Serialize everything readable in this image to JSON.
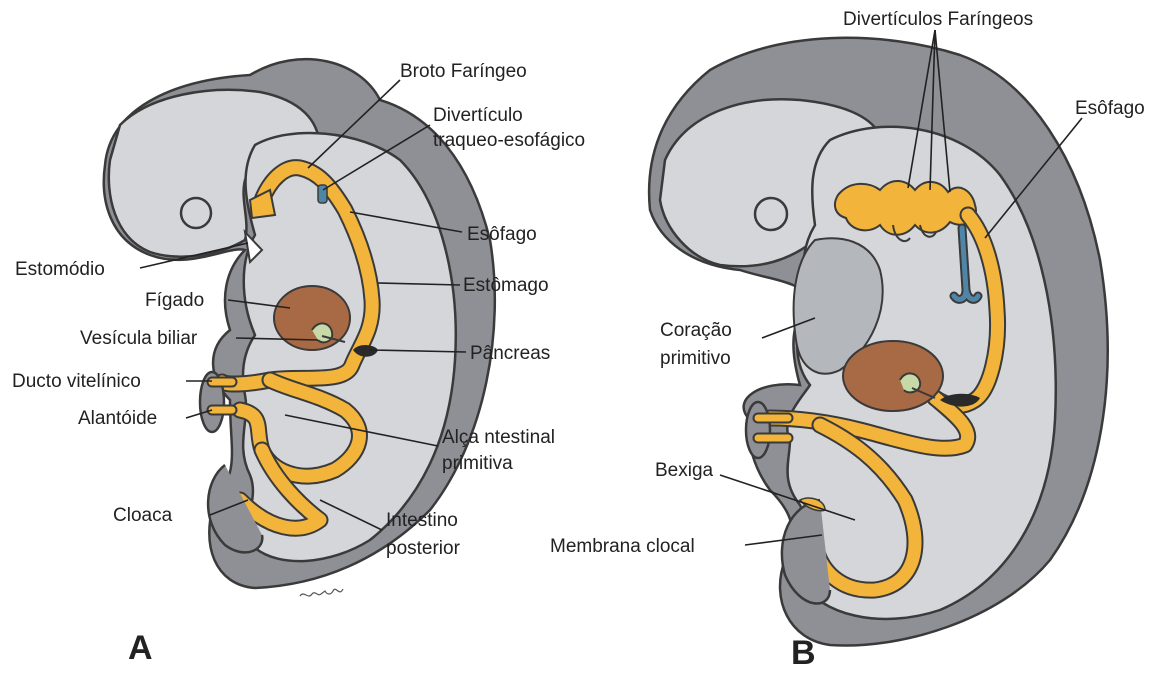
{
  "panel_a": {
    "letter": "A",
    "labels": {
      "broto_faringeo": "Broto Faríngeo",
      "diverticulo_1": "Divertículo",
      "diverticulo_2": "traqueo-esofágico",
      "esofago": "Esôfago",
      "estomodio": "Estomódio",
      "estomago": "Estômago",
      "figado": "Fígado",
      "vesicula": "Vesícula biliar",
      "pancreas": "Pâncreas",
      "ducto": "Ducto vitelínico",
      "alantoide": "Alantóide",
      "alca_1": "Alça ntestinal",
      "alca_2": "primitiva",
      "cloaca": "Cloaca",
      "intestino_1": "Intestino",
      "intestino_2": "posterior"
    }
  },
  "panel_b": {
    "letter": "B",
    "labels": {
      "diverticulos": "Divertículos Faríngeos",
      "esofago": "Esôfago",
      "coracao_1": "Coração",
      "coracao_2": "primitivo",
      "bexiga": "Bexiga",
      "membrana": "Membrana clocal"
    }
  },
  "colors": {
    "gut": "#f2b43a",
    "liver": "#a86a45",
    "trachea": "#4f86a8",
    "embryo_outer": "#8e9096",
    "embryo_inner": "#d4d6da",
    "pancreas": "#2a2a2a"
  }
}
